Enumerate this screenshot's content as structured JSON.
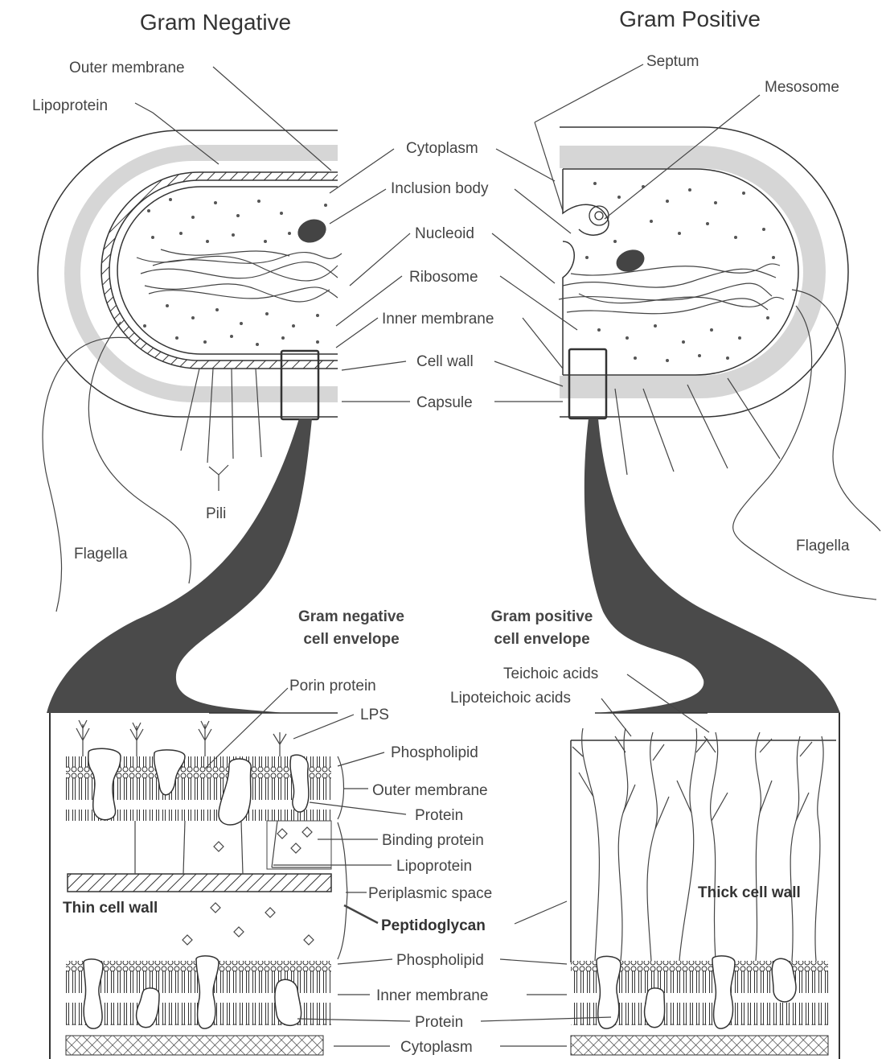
{
  "titles": {
    "left": "Gram Negative",
    "right": "Gram Positive"
  },
  "cell_labels": {
    "outer_membrane": "Outer membrane",
    "lipoprotein": "Lipoprotein",
    "septum": "Septum",
    "mesosome": "Mesosome",
    "cytoplasm": "Cytoplasm",
    "inclusion_body": "Inclusion body",
    "nucleoid": "Nucleoid",
    "ribosome": "Ribosome",
    "inner_membrane": "Inner membrane",
    "cell_wall": "Cell wall",
    "capsule": "Capsule",
    "pili": "Pili",
    "flagella_left": "Flagella",
    "flagella_right": "Flagella"
  },
  "envelope_titles": {
    "neg_line1": "Gram negative",
    "neg_line2": "cell envelope",
    "pos_line1": "Gram positive",
    "pos_line2": "cell envelope"
  },
  "envelope_labels": {
    "teichoic": "Teichoic acids",
    "lipoteichoic": "Lipoteichoic acids",
    "porin": "Porin protein",
    "lps": "LPS",
    "phospholipid_top": "Phospholipid",
    "outer_membrane": "Outer membrane",
    "protein_top": "Protein",
    "binding_protein": "Binding protein",
    "lipoprotein": "Lipoprotein",
    "periplasmic": "Periplasmic space",
    "thin_wall": "Thin cell wall",
    "thick_wall": "Thick cell wall",
    "peptidoglycan": "Peptidoglycan",
    "phospholipid_bottom": "Phospholipid",
    "inner_membrane": "Inner membrane",
    "protein_bottom": "Protein",
    "cytoplasm": "Cytoplasm"
  },
  "colors": {
    "ink": "#333333",
    "capsule_gray": "#d6d6d6",
    "funnel_gray": "#4a4a4a"
  }
}
